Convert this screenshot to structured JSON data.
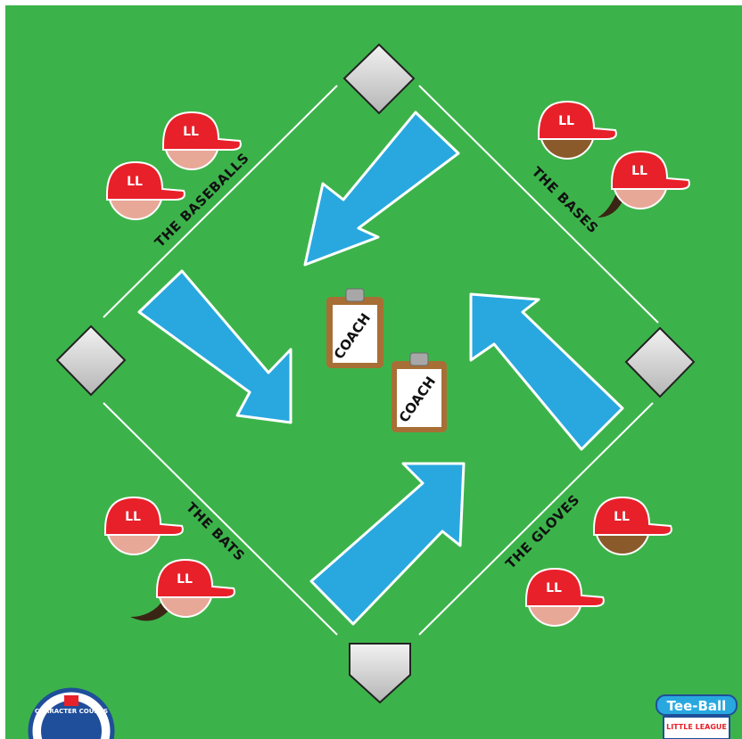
{
  "labels": {
    "baseballs": "THE BASEBALLS",
    "bases": "THE BASES",
    "bats": "THE BATS",
    "gloves": "THE GLOVES"
  },
  "coaches": [
    "COACH",
    "COACH"
  ],
  "cap_logo": "LL",
  "logos": {
    "left_text": "CHARACTER COUNTS",
    "right_title": "Tee-Ball",
    "right_subtitle": "LITTLE LEAGUE"
  },
  "colors": {
    "field": "#3cb34a",
    "arrow": "#29a8e0",
    "cap": "#e8202a",
    "base": "#d0d0d0",
    "line": "#ffffff"
  }
}
